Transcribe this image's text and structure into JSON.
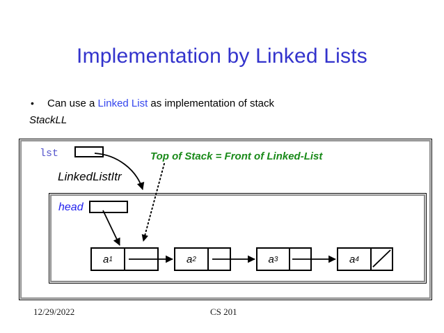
{
  "slide": {
    "title": "Implementation by Linked Lists",
    "bullet": {
      "marker": "•",
      "text_before": "Can use a ",
      "highlight": "Linked List",
      "text_after": " as implementation of stack",
      "highlight_color": "#3344ee"
    },
    "subcaption": "StackLL",
    "title_color": "#3333cc"
  },
  "diagram": {
    "iterator_var": "lst",
    "iterator_type": "LinkedListItr",
    "annotation": "Top of Stack  = Front of Linked-List",
    "annotation_color": "#1a8a1a",
    "head_label": "head",
    "head_label_color": "#2222ee",
    "nodes": [
      {
        "data": "a",
        "index": "1"
      },
      {
        "data": "a",
        "index": "2"
      },
      {
        "data": "a",
        "index": "3"
      },
      {
        "data": "a",
        "index": "4",
        "null_pointer": true
      }
    ]
  },
  "footer": {
    "date": "12/29/2022",
    "course": "CS 201"
  }
}
